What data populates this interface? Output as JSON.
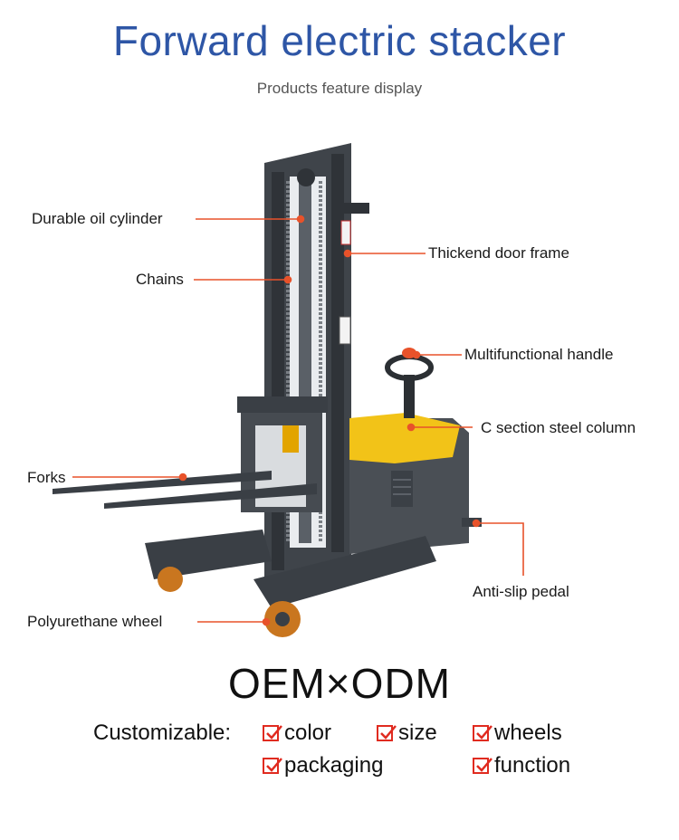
{
  "header": {
    "title": "Forward electric stacker",
    "subtitle": "Products feature display"
  },
  "callouts": {
    "oil_cylinder": "Durable oil cylinder",
    "chains": "Chains",
    "door_frame": "Thickend door frame",
    "handle": "Multifunctional handle",
    "steel_column": "C section steel column",
    "forks": "Forks",
    "pedal": "Anti-slip pedal",
    "wheel": "Polyurethane wheel"
  },
  "oem": "OEM×ODM",
  "customizable": {
    "label": "Customizable:",
    "options": [
      "color",
      "size",
      "wheels",
      "packaging",
      "function"
    ]
  },
  "colors": {
    "title": "#2e56a6",
    "callout_line": "#e8522a",
    "checkbox": "#e02b20",
    "body_yellow": "#f2c318",
    "frame_gray": "#4a4f55"
  },
  "icons": {
    "checkbox": "checkbox-checked-icon"
  }
}
